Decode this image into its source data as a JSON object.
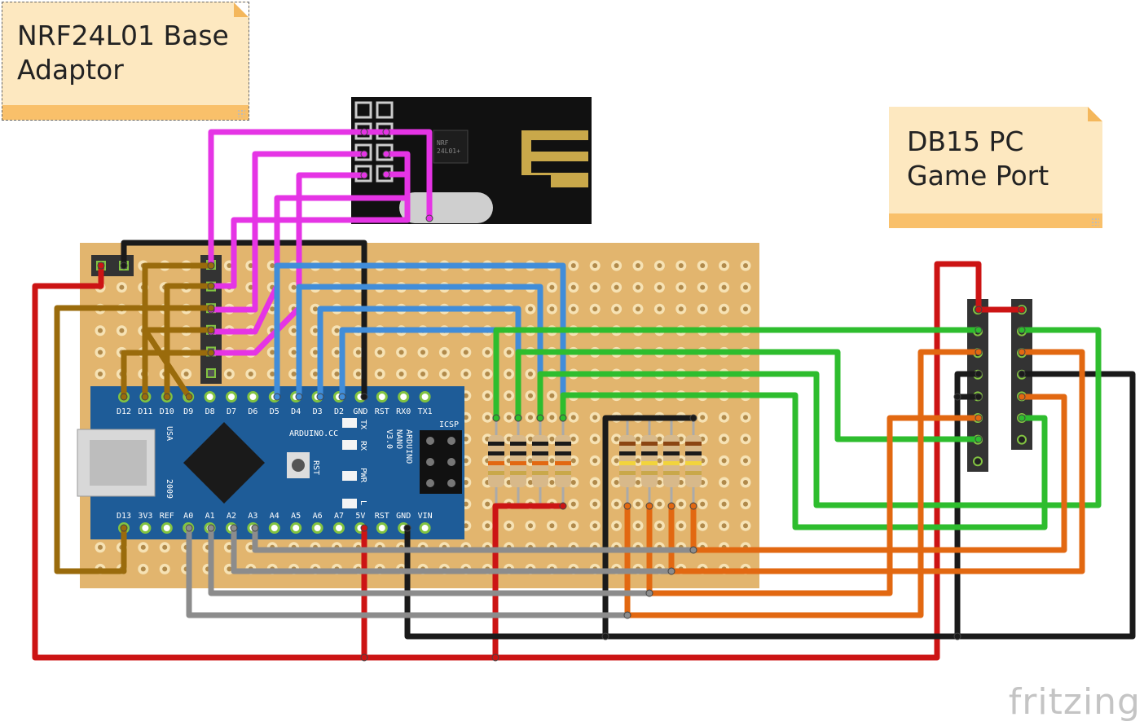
{
  "notes": {
    "note1": "NRF24L01 Base\nAdaptor",
    "note2": "DB15 PC\nGame Port"
  },
  "nano": {
    "top_pins": [
      "D12",
      "D11",
      "D10",
      "D9",
      "D8",
      "D7",
      "D6",
      "D5",
      "D4",
      "D3",
      "D2",
      "GND",
      "RST",
      "RX0",
      "TX1"
    ],
    "bottom_pins": [
      "D13",
      "3V3",
      "REF",
      "A0",
      "A1",
      "A2",
      "A3",
      "A4",
      "A5",
      "A6",
      "A7",
      "5V",
      "RST",
      "GND",
      "VIN"
    ],
    "silk": {
      "usa": "USA",
      "year": "2009",
      "site": "ARDUINO.CC",
      "rst": "RST",
      "tx": "TX",
      "rx": "RX",
      "pwr": "PWR",
      "l": "L",
      "icsp": "ICSP",
      "model": "ARDUINO\nNANO\nV3.0"
    }
  },
  "nrf": {
    "label": "NRF\n24L01+"
  },
  "brand": "fritzing",
  "colors": {
    "board": "#e2b56e",
    "nano": "#1e5c98",
    "pin_green": "#82c341",
    "wire_red": "#cc1414",
    "wire_black": "#1a1a1a",
    "wire_blue": "#418dd9",
    "wire_magenta": "#e534e5",
    "wire_brown": "#9a6b0c",
    "wire_green": "#2ebd2e",
    "wire_orange": "#e26811",
    "wire_gray": "#8c8c8c"
  }
}
